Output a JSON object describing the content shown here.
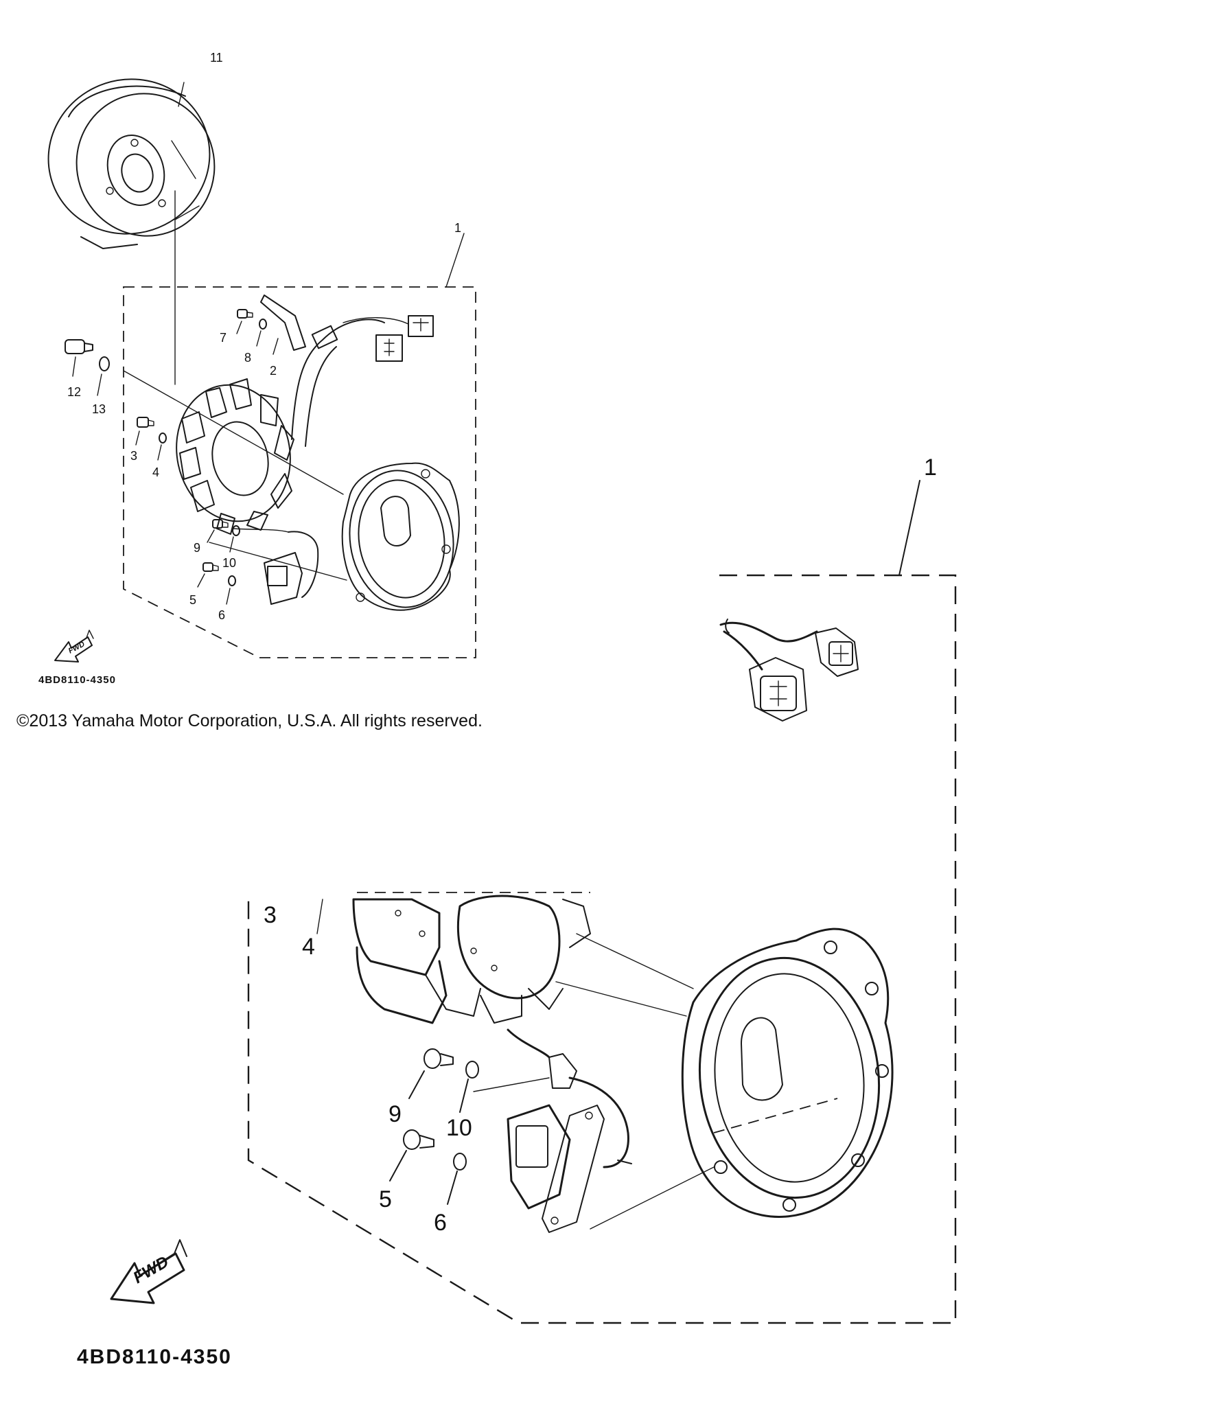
{
  "copyright": "©2013 Yamaha Motor Corporation, U.S.A. All rights reserved.",
  "diagram_code": "4BD8110-4350",
  "fwd_label": "FWD",
  "callouts": {
    "c1": "1",
    "c2": "2",
    "c3": "3",
    "c4": "4",
    "c5": "5",
    "c6": "6",
    "c7": "7",
    "c8": "8",
    "c9": "9",
    "c10": "10",
    "c11": "11",
    "c12": "12",
    "c13": "13"
  }
}
